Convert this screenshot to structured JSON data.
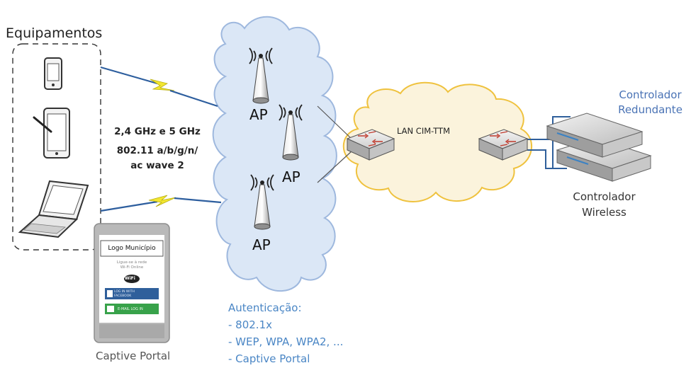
{
  "title": "Equipamentos",
  "frequency": "2,4 GHz e 5 GHz",
  "standard_line1": "802.11 a/b/g/n/",
  "standard_line2": "ac wave 2",
  "ap_label": "AP",
  "lan_label": "LAN CIM-TTM",
  "controller_redundant_line1": "Controlador",
  "controller_redundant_line2": "Redundante",
  "controller_wireless_line1": "Controlador",
  "controller_wireless_line2": "Wireless",
  "auth": {
    "heading": "Autenticação:",
    "items": [
      "- 802.1x",
      "- WEP, WPA, WPA2, ...",
      "- Captive Portal"
    ]
  },
  "captive_portal": {
    "caption": "Captive Portal",
    "logo_text": "Logo Município",
    "connect_text_line1": "Ligue-se à rede",
    "connect_text_line2": "Wi-Fi Online",
    "facebook_text_line1": "LOG IN WITH",
    "facebook_text_line2": "FACEBOOK",
    "email_text": "E-MAIL LOG IN",
    "wifi_badge": "WiFi"
  },
  "colors": {
    "cloud_blue_fill": "#dbe7f6",
    "cloud_blue_stroke": "#9eb8de",
    "cloud_yellow_fill": "#fbf3dc",
    "cloud_yellow_stroke": "#efc23e",
    "link_blue": "#2f5f9b",
    "bolt_yellow": "#f2e630",
    "auth_text": "#4a86c5",
    "redundant_text": "#4a73b5"
  }
}
